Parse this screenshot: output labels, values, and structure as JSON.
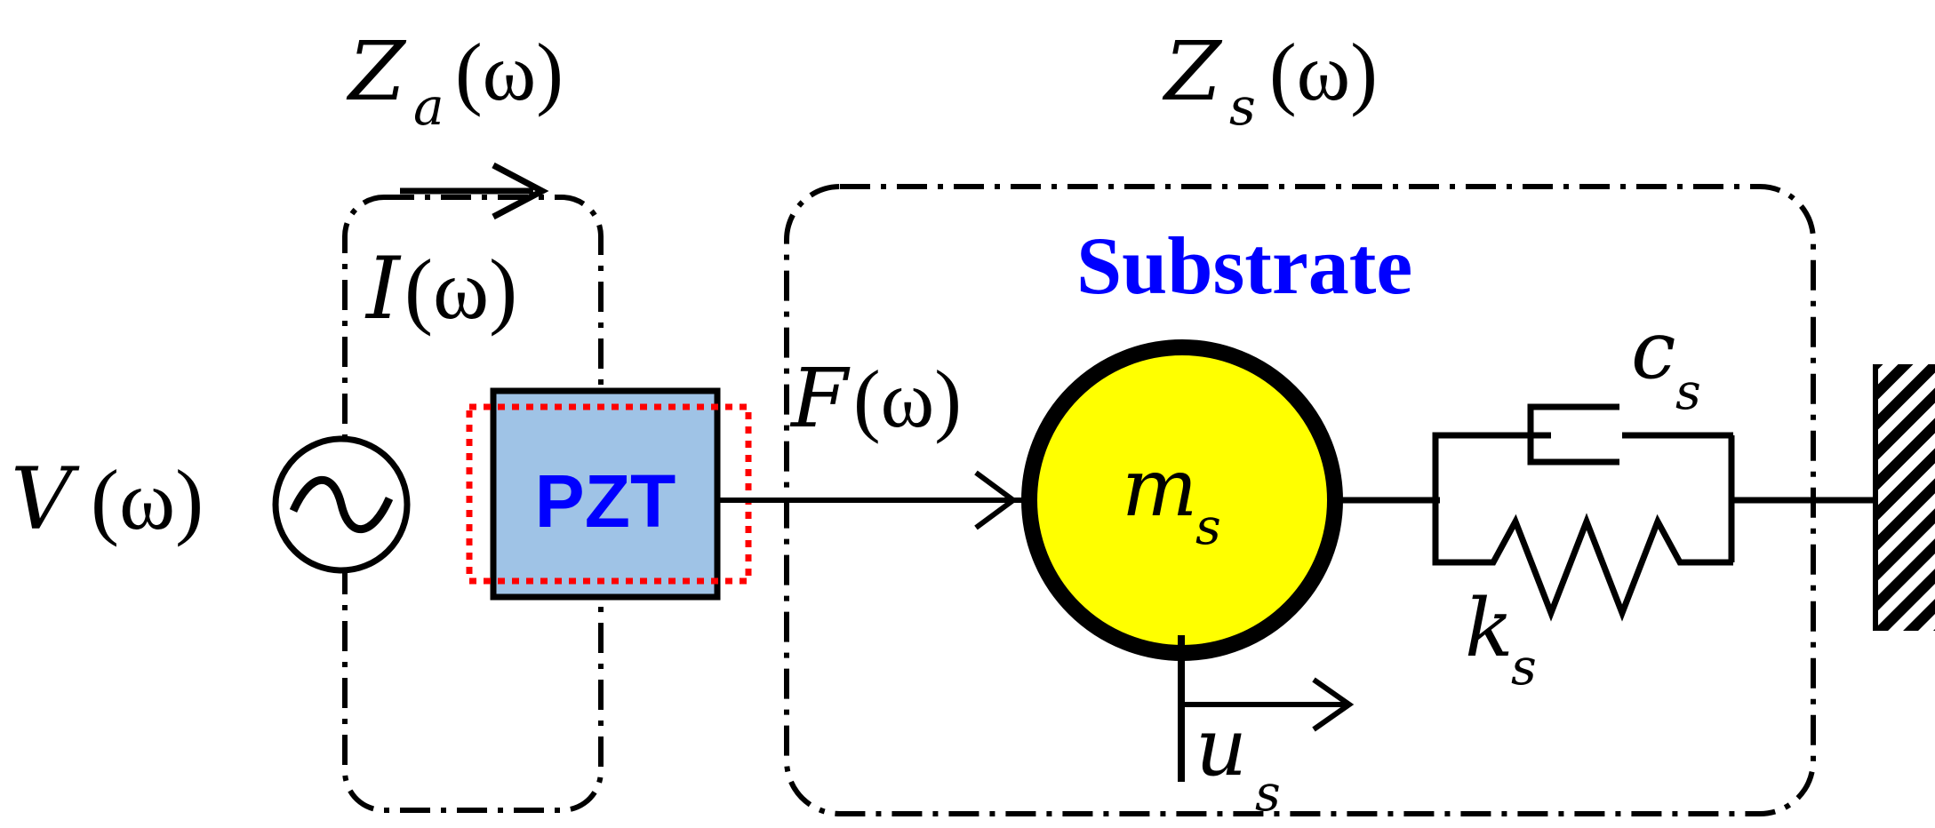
{
  "labels": {
    "za": {
      "main": "Z",
      "sub": "a",
      "arg": "(ω)"
    },
    "zs": {
      "main": "Z",
      "sub": "s",
      "arg": "(ω)"
    },
    "current": {
      "main": "I",
      "arg": "(ω)"
    },
    "voltage": {
      "main": "V",
      "arg": "(ω)"
    },
    "force": {
      "main": "F",
      "arg": "(ω)"
    },
    "pzt": "PZT",
    "substrate": "Substrate",
    "mass": {
      "main": "m",
      "sub": "s"
    },
    "damper": {
      "main": "c",
      "sub": "s"
    },
    "spring": {
      "main": "k",
      "sub": "s"
    },
    "displacement": {
      "main": "u",
      "sub": "s"
    },
    "source_symbol": "~"
  },
  "colors": {
    "pzt_fill": "#9fc3e6",
    "pzt_text": "#0000ff",
    "substrate_text": "#0000ff",
    "mass_fill": "#ffff00",
    "highlight_box": "#ff0000",
    "line": "#000000"
  }
}
